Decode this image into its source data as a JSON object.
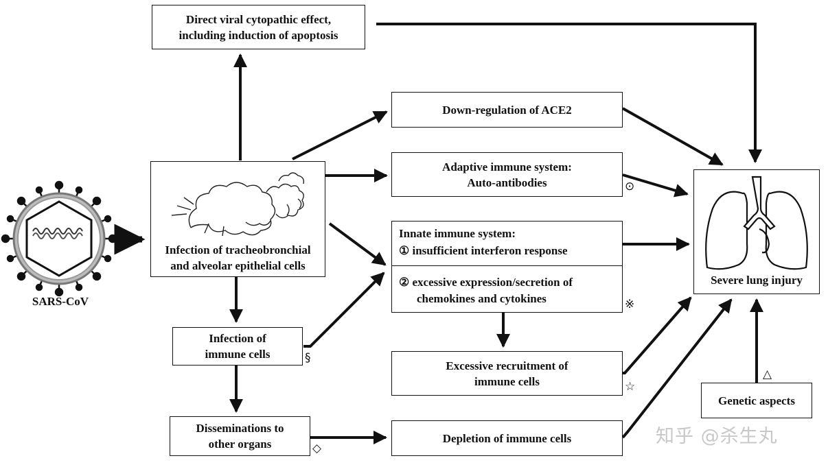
{
  "virus": {
    "label": "SARS-CoV"
  },
  "boxes": {
    "direct_effect": {
      "line1": "Direct viral cytopathic effect,",
      "line2": "including induction of apoptosis"
    },
    "infection_epithelial": {
      "line1": "Infection of tracheobronchial",
      "line2": "and alveolar epithelial cells"
    },
    "ace2": {
      "text": "Down-regulation of ACE2"
    },
    "adaptive": {
      "line1": "Adaptive immune system:",
      "line2": "Auto-antibodies"
    },
    "innate": {
      "title": "Innate immune system:",
      "item1": "① insufficient interferon response",
      "item2_line1": "② excessive expression/secretion of",
      "item2_line2": "chemokines and cytokines"
    },
    "infection_immune": {
      "line1": "Infection of",
      "line2": "immune cells"
    },
    "recruitment": {
      "line1": "Excessive recruitment of",
      "line2": "immune cells"
    },
    "disseminations": {
      "line1": "Disseminations to",
      "line2": "other organs"
    },
    "depletion": {
      "text": "Depletion of immune cells"
    },
    "lung_injury": {
      "text": "Severe lung injury"
    },
    "genetic": {
      "text": "Genetic aspects"
    }
  },
  "symbols": {
    "adaptive": "⊙",
    "innate": "※",
    "infection_immune": "§",
    "recruitment": "☆",
    "disseminations": "◇",
    "genetic": "△"
  },
  "watermark": "知乎 @杀生丸"
}
